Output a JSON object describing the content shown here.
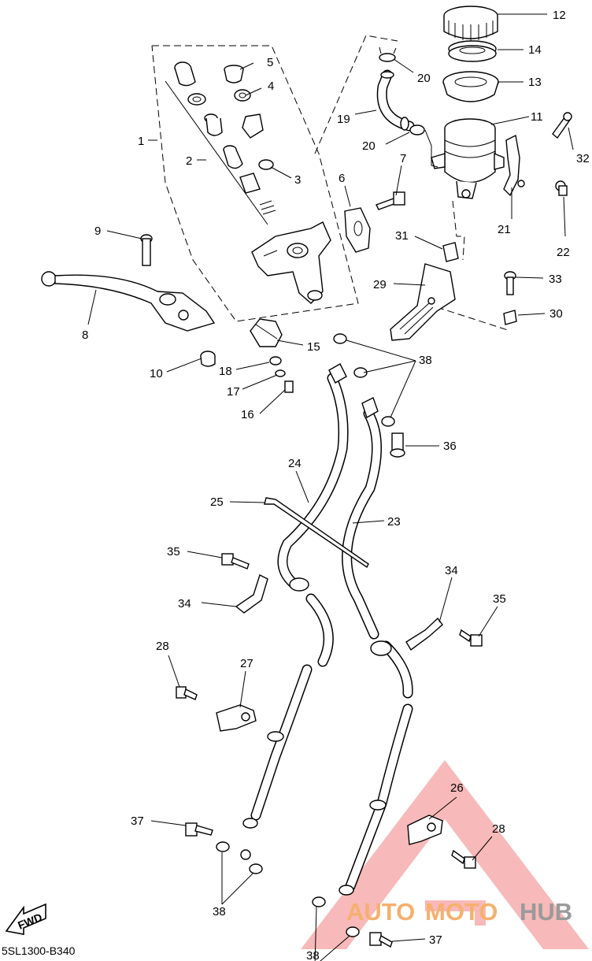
{
  "diagram": {
    "drawing_code": "5SL1300-B340",
    "fwd_label": "FWD",
    "watermark": {
      "word_left": "AUTO",
      "word_mid": "MOTO",
      "word_right": "HUB",
      "color_red": "#f08080",
      "color_orange": "#f5b06e",
      "color_gray": "#9a9a9a"
    },
    "callouts": [
      {
        "id": "c12",
        "label": "12"
      },
      {
        "id": "c14",
        "label": "14"
      },
      {
        "id": "c13",
        "label": "13"
      },
      {
        "id": "c20a",
        "label": "20"
      },
      {
        "id": "c5",
        "label": "5"
      },
      {
        "id": "c4",
        "label": "4"
      },
      {
        "id": "c1",
        "label": "1"
      },
      {
        "id": "c2",
        "label": "2"
      },
      {
        "id": "c3",
        "label": "3"
      },
      {
        "id": "c19",
        "label": "19"
      },
      {
        "id": "c11",
        "label": "11"
      },
      {
        "id": "c20b",
        "label": "20"
      },
      {
        "id": "c32",
        "label": "32"
      },
      {
        "id": "c7",
        "label": "7"
      },
      {
        "id": "c6",
        "label": "6"
      },
      {
        "id": "c21",
        "label": "21"
      },
      {
        "id": "c22",
        "label": "22"
      },
      {
        "id": "c9",
        "label": "9"
      },
      {
        "id": "c31",
        "label": "31"
      },
      {
        "id": "c29",
        "label": "29"
      },
      {
        "id": "c33",
        "label": "33"
      },
      {
        "id": "c30",
        "label": "30"
      },
      {
        "id": "c8",
        "label": "8"
      },
      {
        "id": "c15",
        "label": "15"
      },
      {
        "id": "c38a",
        "label": "38"
      },
      {
        "id": "c10",
        "label": "10"
      },
      {
        "id": "c18",
        "label": "18"
      },
      {
        "id": "c17",
        "label": "17"
      },
      {
        "id": "c16",
        "label": "16"
      },
      {
        "id": "c36",
        "label": "36"
      },
      {
        "id": "c24",
        "label": "24"
      },
      {
        "id": "c25",
        "label": "25"
      },
      {
        "id": "c23",
        "label": "23"
      },
      {
        "id": "c35a",
        "label": "35"
      },
      {
        "id": "c34a",
        "label": "34"
      },
      {
        "id": "c34b",
        "label": "34"
      },
      {
        "id": "c35b",
        "label": "35"
      },
      {
        "id": "c28a",
        "label": "28"
      },
      {
        "id": "c27",
        "label": "27"
      },
      {
        "id": "c26",
        "label": "26"
      },
      {
        "id": "c28b",
        "label": "28"
      },
      {
        "id": "c37a",
        "label": "37"
      },
      {
        "id": "c38b",
        "label": "38"
      },
      {
        "id": "c37b",
        "label": "37"
      },
      {
        "id": "c38c",
        "label": "38"
      }
    ]
  }
}
